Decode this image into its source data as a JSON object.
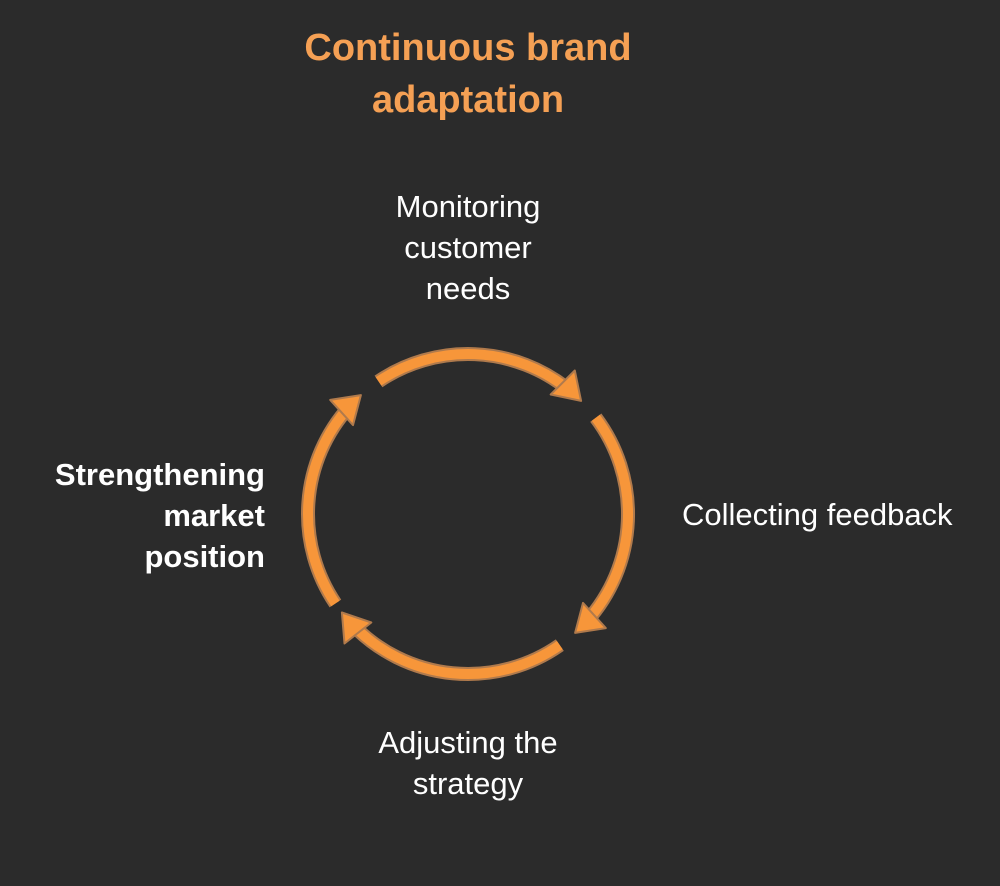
{
  "title": {
    "line1": "Continuous brand",
    "line2": "adaptation"
  },
  "steps": {
    "top": {
      "line1": "Monitoring",
      "line2": "customer",
      "line3": "needs"
    },
    "right": {
      "line1": "Collecting feedback"
    },
    "bottom": {
      "line1": "Adjusting the",
      "line2": "strategy"
    },
    "left": {
      "line1": "Strengthening",
      "line2": "market",
      "line3": "position"
    }
  },
  "colors": {
    "background": "#2b2b2b",
    "accent": "#f5a054",
    "arrow_fill": "#f7963a",
    "arrow_outline": "#b07a4c",
    "text": "#ffffff"
  }
}
